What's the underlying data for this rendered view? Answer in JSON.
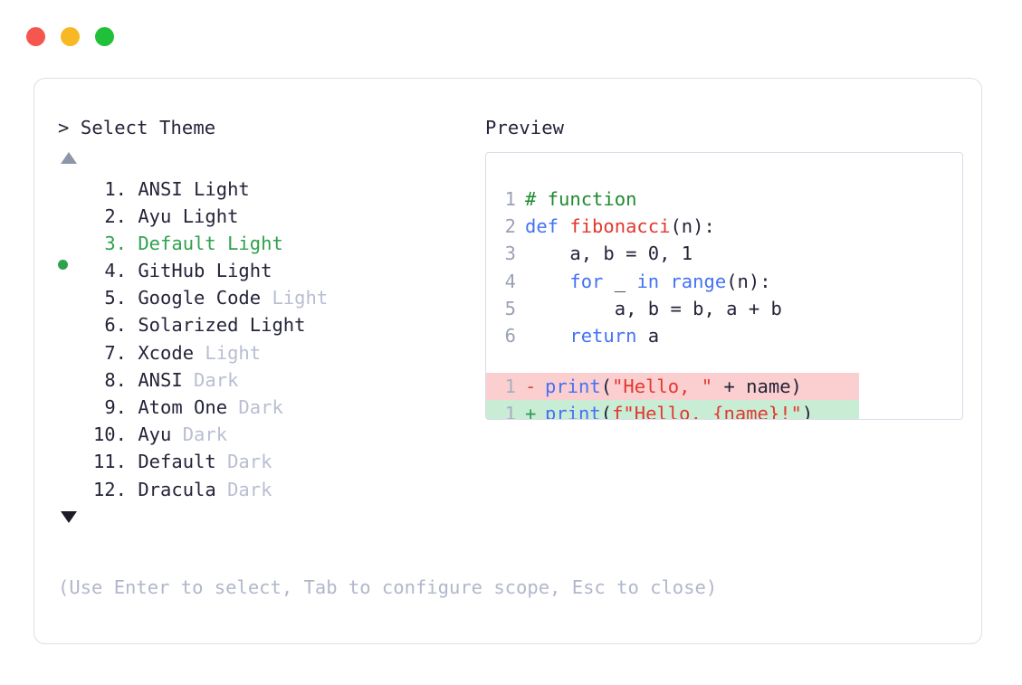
{
  "window": {
    "dots": [
      {
        "name": "close",
        "color": "#f5564e"
      },
      {
        "name": "minimize",
        "color": "#f7b824"
      },
      {
        "name": "maximize",
        "color": "#20c038"
      }
    ]
  },
  "left_panel": {
    "prompt_symbol": ">",
    "title": "Select Theme",
    "scroll_up_indicator": "▲",
    "scroll_down_indicator": "▼",
    "selected_index": 3,
    "selected_bullet": "●",
    "items": [
      {
        "number": "1.",
        "name": "ANSI",
        "variant": "Light",
        "variant_dim": false,
        "selected": false
      },
      {
        "number": "2.",
        "name": "Ayu",
        "variant": "Light",
        "variant_dim": false,
        "selected": false
      },
      {
        "number": "3.",
        "name": "Default",
        "variant": "Light",
        "variant_dim": false,
        "selected": true
      },
      {
        "number": "4.",
        "name": "GitHub",
        "variant": "Light",
        "variant_dim": false,
        "selected": false
      },
      {
        "number": "5.",
        "name": "Google Code",
        "variant": "Light",
        "variant_dim": true,
        "selected": false
      },
      {
        "number": "6.",
        "name": "Solarized",
        "variant": "Light",
        "variant_dim": false,
        "selected": false
      },
      {
        "number": "7.",
        "name": "Xcode",
        "variant": "Light",
        "variant_dim": true,
        "selected": false
      },
      {
        "number": "8.",
        "name": "ANSI",
        "variant": "Dark",
        "variant_dim": true,
        "selected": false
      },
      {
        "number": "9.",
        "name": "Atom One",
        "variant": "Dark",
        "variant_dim": true,
        "selected": false
      },
      {
        "number": "10.",
        "name": "Ayu",
        "variant": "Dark",
        "variant_dim": true,
        "selected": false
      },
      {
        "number": "11.",
        "name": "Default",
        "variant": "Dark",
        "variant_dim": true,
        "selected": false
      },
      {
        "number": "12.",
        "name": "Dracula",
        "variant": "Dark",
        "variant_dim": true,
        "selected": false
      }
    ],
    "footer_hint": "(Use Enter to select, Tab to configure scope, Esc to close)"
  },
  "right_panel": {
    "title": "Preview",
    "code_lines": [
      {
        "ln": "1",
        "tokens": [
          {
            "t": "# function",
            "c": "comment"
          }
        ]
      },
      {
        "ln": "2",
        "tokens": [
          {
            "t": "def ",
            "c": "kw"
          },
          {
            "t": "fibonacci",
            "c": "fn"
          },
          {
            "t": "(n):",
            "c": "plain"
          }
        ]
      },
      {
        "ln": "3",
        "tokens": [
          {
            "t": "    a, b = ",
            "c": "plain"
          },
          {
            "t": "0",
            "c": "num"
          },
          {
            "t": ", ",
            "c": "plain"
          },
          {
            "t": "1",
            "c": "num"
          }
        ]
      },
      {
        "ln": "4",
        "tokens": [
          {
            "t": "    ",
            "c": "plain"
          },
          {
            "t": "for",
            "c": "kw"
          },
          {
            "t": " _ ",
            "c": "plain"
          },
          {
            "t": "in",
            "c": "kw"
          },
          {
            "t": " ",
            "c": "plain"
          },
          {
            "t": "range",
            "c": "builtin"
          },
          {
            "t": "(n):",
            "c": "plain"
          }
        ]
      },
      {
        "ln": "5",
        "tokens": [
          {
            "t": "        a, b = b, a + b",
            "c": "plain"
          }
        ]
      },
      {
        "ln": "6",
        "tokens": [
          {
            "t": "    ",
            "c": "plain"
          },
          {
            "t": "return",
            "c": "kw"
          },
          {
            "t": " a",
            "c": "plain"
          }
        ]
      }
    ],
    "diff_lines": [
      {
        "ln": "1",
        "kind": "del",
        "sign": "-",
        "tokens": [
          {
            "t": "print",
            "c": "builtin"
          },
          {
            "t": "(",
            "c": "plain"
          },
          {
            "t": "\"Hello, \"",
            "c": "str"
          },
          {
            "t": " + name)",
            "c": "plain"
          }
        ]
      },
      {
        "ln": "1",
        "kind": "add",
        "sign": "+",
        "tokens": [
          {
            "t": "print",
            "c": "builtin"
          },
          {
            "t": "(",
            "c": "plain"
          },
          {
            "t": "f\"Hello, {name}!\"",
            "c": "str"
          },
          {
            "t": ")",
            "c": "plain"
          }
        ]
      }
    ]
  },
  "colors": {
    "text": "#24243a",
    "dim": "#b9bed1",
    "hint": "#b1b7cb",
    "selected": "#2fa24d",
    "line_number": "#9ba1b5",
    "panel_border": "#dcdfe9",
    "preview_border": "#d9dce8",
    "diff_del_bg": "#fbcfd0",
    "diff_add_bg": "#c9ecd5",
    "syntax_comment": "#1f8a30",
    "syntax_keyword": "#4472f5",
    "syntax_function": "#e2382f",
    "syntax_string": "#e2382f",
    "arrow_up": "#8d95a9",
    "arrow_down": "#1c1c28"
  }
}
